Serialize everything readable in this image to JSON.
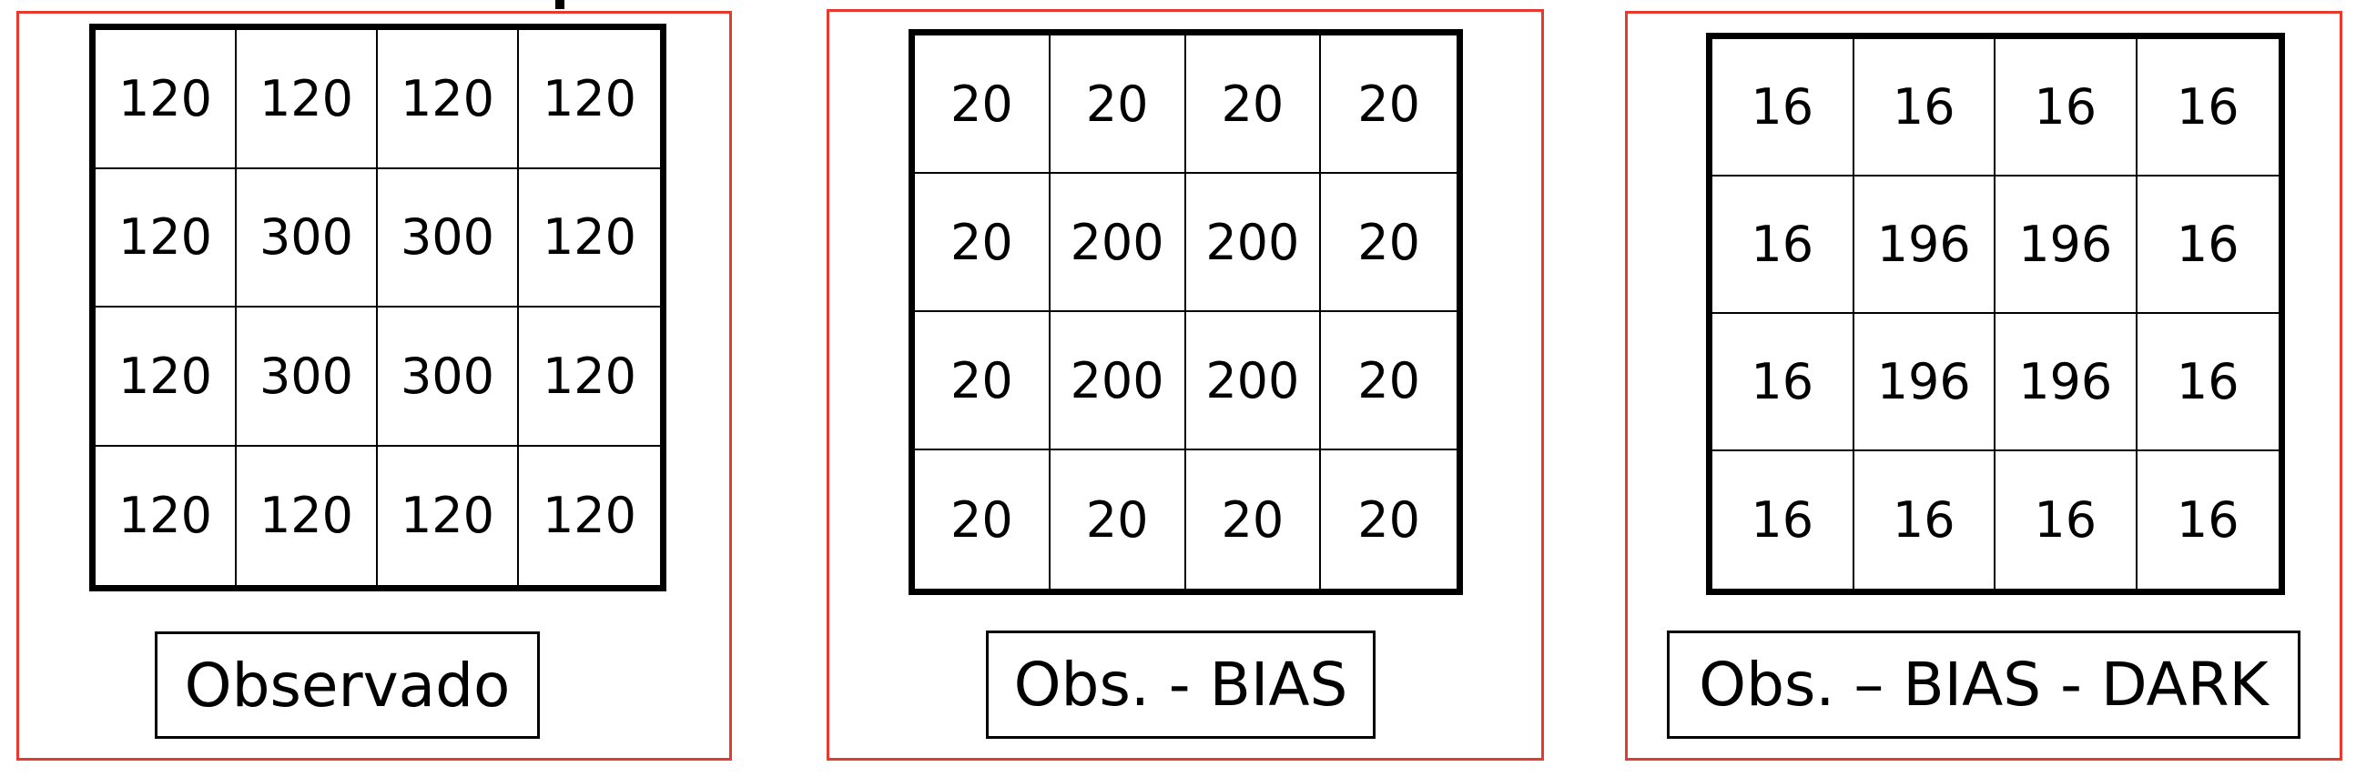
{
  "panels": [
    {
      "label": "Observado",
      "rows": [
        [
          "120",
          "120",
          "120",
          "120"
        ],
        [
          "120",
          "300",
          "300",
          "120"
        ],
        [
          "120",
          "300",
          "300",
          "120"
        ],
        [
          "120",
          "120",
          "120",
          "120"
        ]
      ]
    },
    {
      "label": "Obs. - BIAS",
      "rows": [
        [
          "20",
          "20",
          "20",
          "20"
        ],
        [
          "20",
          "200",
          "200",
          "20"
        ],
        [
          "20",
          "200",
          "200",
          "20"
        ],
        [
          "20",
          "20",
          "20",
          "20"
        ]
      ]
    },
    {
      "label": "Obs. – BIAS - DARK",
      "rows": [
        [
          "16",
          "16",
          "16",
          "16"
        ],
        [
          "16",
          "196",
          "196",
          "16"
        ],
        [
          "16",
          "196",
          "196",
          "16"
        ],
        [
          "16",
          "16",
          "16",
          "16"
        ]
      ]
    }
  ],
  "colors": {
    "panel_border": "#e8392f",
    "grid_border": "#000000"
  }
}
